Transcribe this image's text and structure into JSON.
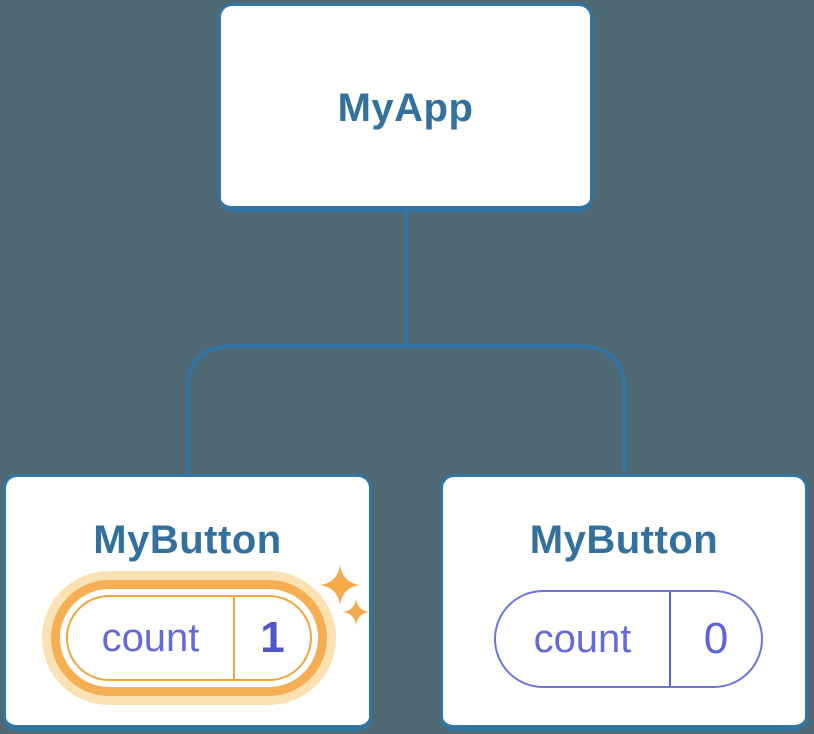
{
  "background_color": "#4E6973",
  "colors": {
    "card_background": "#FFFFFF",
    "card_border": "#3075A4",
    "connector": "#3474A4",
    "title_text": "#32709E",
    "pill_border_purple": "#6C74DC",
    "pill_key_text": "#646BD9",
    "pill_value_text": "#5C63D6",
    "pill_value_bold_text": "#5156CB",
    "highlight_ring": "#F6AE54",
    "highlight_glow": "#FBE2B3",
    "highlight_border": "#F2A53F",
    "sparkle": "#F5AB4B"
  },
  "tree": {
    "root": {
      "label": "MyApp"
    },
    "children": [
      {
        "label": "MyButton",
        "state_key": "count",
        "state_value": "1",
        "highlighted": "true"
      },
      {
        "label": "MyButton",
        "state_key": "count",
        "state_value": "0",
        "highlighted": "false"
      }
    ]
  }
}
